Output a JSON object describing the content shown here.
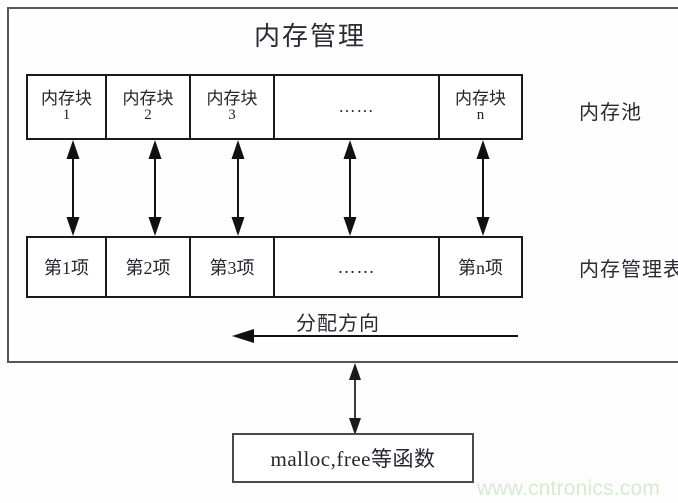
{
  "diagram": {
    "title": "内存管理",
    "frame_border_color": "#565656",
    "cell_border_color": "#1a1a1a",
    "text_color": "#24242c",
    "watermark_color": "#d5ecd0"
  },
  "memory_pool": {
    "side_label": "内存池",
    "cells": [
      {
        "name": "内存块",
        "index": "1"
      },
      {
        "name": "内存块",
        "index": "2"
      },
      {
        "name": "内存块",
        "index": "3"
      },
      {
        "name": "……",
        "index": ""
      },
      {
        "name": "内存块",
        "index": "n"
      }
    ]
  },
  "memory_table": {
    "side_label": "内存管理表",
    "cells": [
      {
        "label": "第1项"
      },
      {
        "label": "第2项"
      },
      {
        "label": "第3项"
      },
      {
        "label": "……"
      },
      {
        "label": "第n项"
      }
    ]
  },
  "allocation": {
    "label": "分配方向",
    "direction": "left"
  },
  "function_box": {
    "label": "malloc,free等函数"
  },
  "watermark": {
    "text": "www.cntronics.com"
  }
}
